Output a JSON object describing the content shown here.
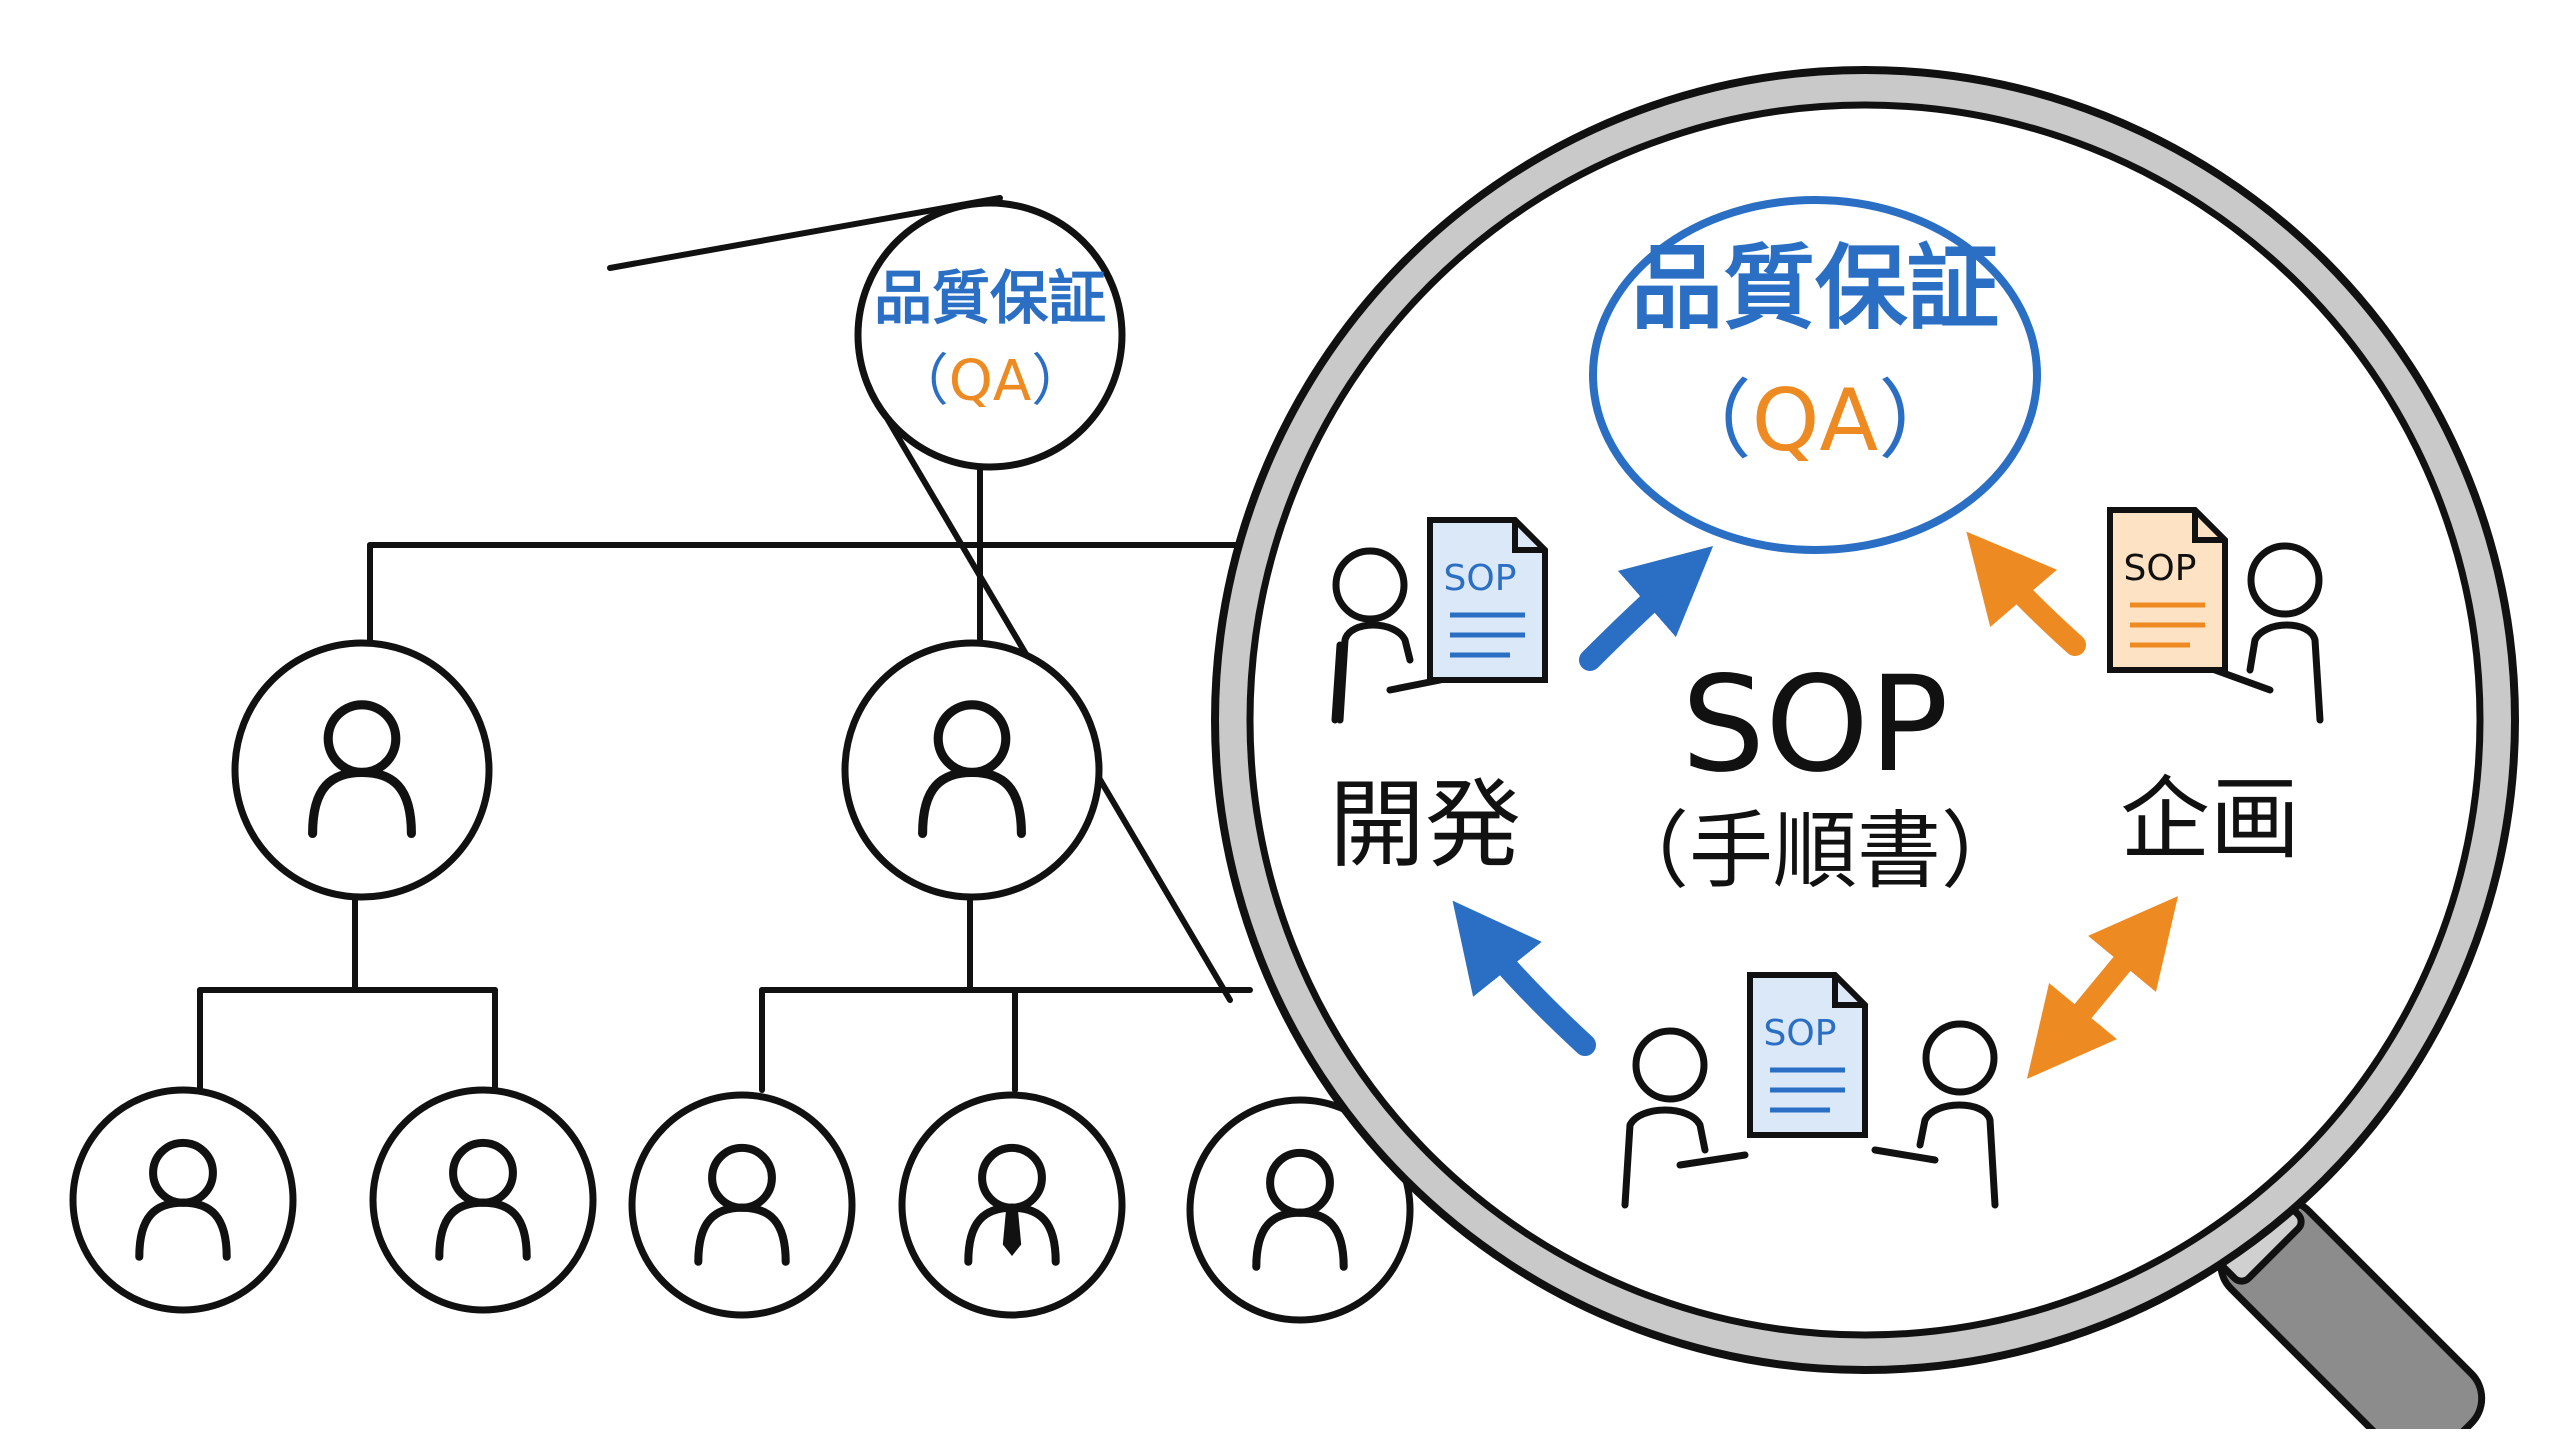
{
  "colors": {
    "ink": "#111111",
    "blue": "#2a6fc4",
    "orange": "#ee8a22",
    "paper_blue": "#dbe8f8",
    "paper_orange": "#fde3c4",
    "glass_rim": "#c4c4c4",
    "handle": "#8c8c8c"
  },
  "small_node": {
    "title": "品質保証",
    "paren_open": "（",
    "abbr": "QA",
    "paren_close": "）"
  },
  "lens": {
    "qa_title": "品質保証",
    "qa_paren_open": "（",
    "qa_abbr": "QA",
    "qa_paren_close": "）",
    "center_title": "SOP",
    "center_subtitle": "（手順書）",
    "left_label": "開発",
    "right_label": "企画",
    "doc_label_left": "SOP",
    "doc_label_right": "SOP",
    "doc_label_bottom": "SOP"
  },
  "icons": {
    "person": "person-icon",
    "person_tie": "person-with-tie-icon",
    "document": "document-icon",
    "magnifier": "magnifying-glass-icon"
  }
}
